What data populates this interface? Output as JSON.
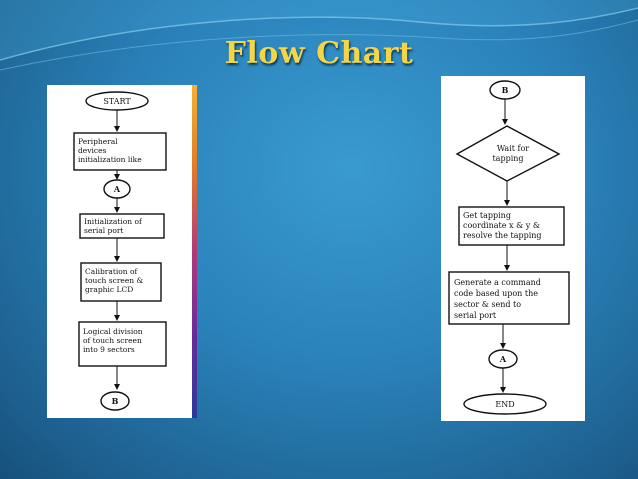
{
  "slide": {
    "title": "Flow Chart"
  },
  "left_flow": {
    "start": "START",
    "step1": [
      "Peripheral",
      "devices",
      "initialization like"
    ],
    "connector_a": "A",
    "step2": [
      "Initialization of",
      "serial port"
    ],
    "step3": [
      "Calibration of",
      "touch screen &",
      "graphic LCD"
    ],
    "step4": [
      "Logical division",
      "of touch screen",
      "into 9 sectors"
    ],
    "connector_b": "B"
  },
  "right_flow": {
    "connector_b": "B",
    "decision": [
      "Wait for",
      "tapping"
    ],
    "step1": [
      "Get tapping",
      "coordinate x & y &",
      "resolve the tapping"
    ],
    "step2": [
      "Generate a command",
      "code based upon the",
      "sector & send to",
      "serial port"
    ],
    "connector_a": "A",
    "end": "END"
  },
  "colors": {
    "title": "#f3d54a",
    "background": "#2a82ba"
  }
}
